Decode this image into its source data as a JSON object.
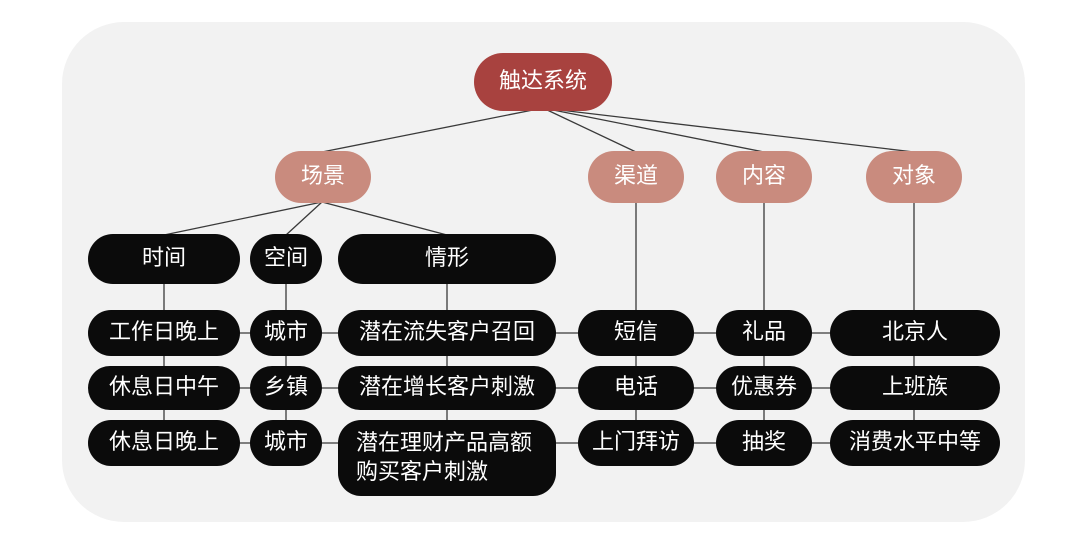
{
  "diagram": {
    "root": "触达系统",
    "categories": [
      "场景",
      "渠道",
      "内容",
      "对象"
    ],
    "scene_dimensions": [
      "时间",
      "空间",
      "情形"
    ],
    "rows": [
      {
        "time": "工作日晚上",
        "space": "城市",
        "situation": "潜在流失客户召回",
        "channel": "短信",
        "content": "礼品",
        "audience": "北京人"
      },
      {
        "time": "休息日中午",
        "space": "乡镇",
        "situation": "潜在增长客户刺激",
        "channel": "电话",
        "content": "优惠券",
        "audience": "上班族"
      },
      {
        "time": "休息日晚上",
        "space": "城市",
        "situation": "潜在理财产品高额购买客户刺激",
        "channel": "上门拜访",
        "content": "抽奖",
        "audience": "消费水平中等"
      }
    ]
  },
  "colors": {
    "root": "#a8423f",
    "category": "#c98b7e",
    "leaf": "#0b0b0b",
    "panel": "#f2f2f2",
    "line": "#3a3a3a",
    "text": "#ffffff"
  }
}
